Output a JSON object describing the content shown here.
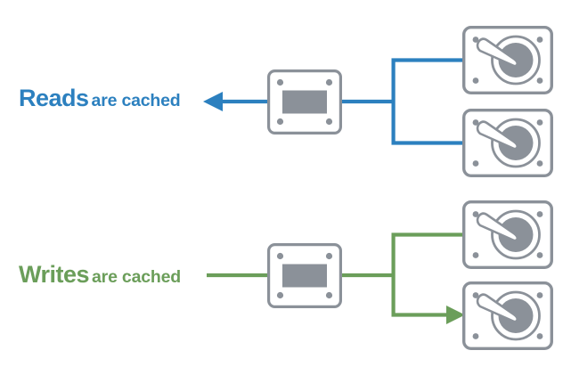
{
  "diagram": {
    "title": "Read and write caching data flow",
    "type": "flow-diagram",
    "background_color": "#ffffff",
    "colors": {
      "read_accent": "#2c80bf",
      "write_accent": "#6b9e5a",
      "device_outline": "#8b9199",
      "device_fill": "#8b9199",
      "device_body": "#ffffff"
    },
    "rows": [
      {
        "id": "reads",
        "strong_label": "Reads",
        "rest_label": "are cached",
        "color": "#2c80bf",
        "direction": "right-to-left",
        "arrow_target": "label",
        "cache_device": "ssd-cache",
        "storage_devices": [
          "hard-disk-drive",
          "hard-disk-drive"
        ]
      },
      {
        "id": "writes",
        "strong_label": "Writes",
        "rest_label": "are cached",
        "color": "#6b9e5a",
        "direction": "left-to-right",
        "arrow_target": "lower-disk",
        "cache_device": "ssd-cache",
        "storage_devices": [
          "hard-disk-drive",
          "hard-disk-drive"
        ]
      }
    ],
    "devices": {
      "ssd_cache": {
        "name": "ssd-cache-module",
        "screw_count": 4
      },
      "hard_disk": {
        "name": "hard-disk-drive",
        "screw_count": 4,
        "parts": [
          "platter",
          "actuator-arm",
          "spindle-hub"
        ]
      }
    }
  }
}
